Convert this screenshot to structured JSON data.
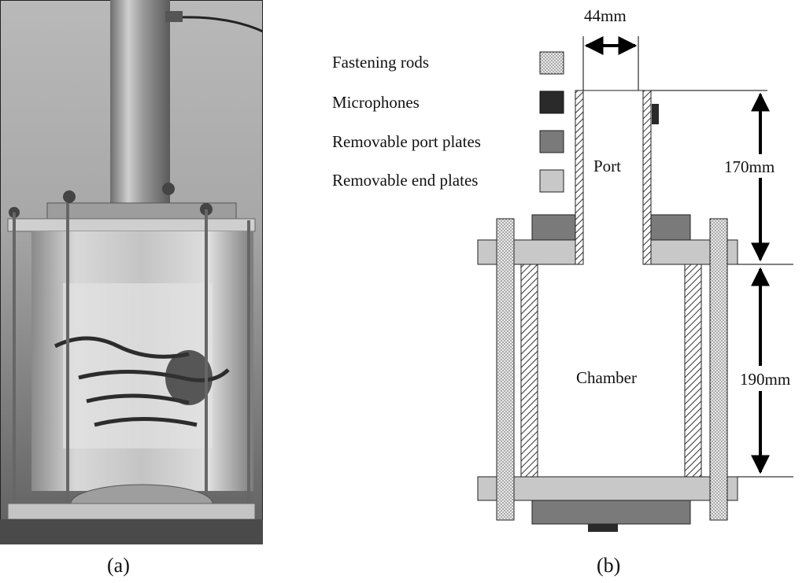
{
  "panels": {
    "a": {
      "caption": "(a)"
    },
    "b": {
      "caption": "(b)"
    }
  },
  "legend": [
    {
      "label": "Fastening rods",
      "swatch": "dotted",
      "color": "#e3e3e3"
    },
    {
      "label": "Microphones",
      "swatch": "solid",
      "color": "#2a2a2a"
    },
    {
      "label": "Removable port plates",
      "swatch": "solid",
      "color": "#7a7a7a"
    },
    {
      "label": "Removable end plates",
      "swatch": "solid",
      "color": "#c8c8c8"
    }
  ],
  "diagram": {
    "port_label": "Port",
    "chamber_label": "Chamber",
    "dim_port_width": "44mm",
    "dim_port_length": "170mm",
    "dim_chamber_length": "190mm"
  }
}
